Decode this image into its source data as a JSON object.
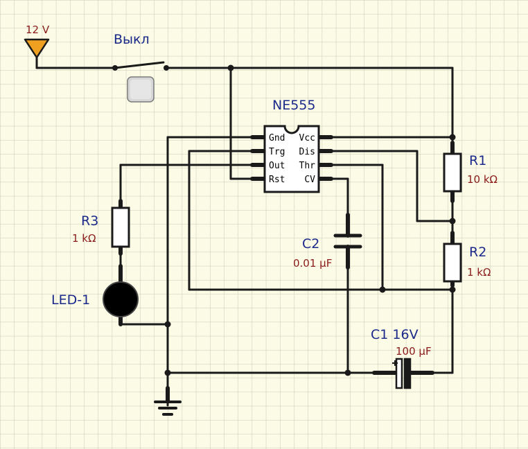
{
  "supply": {
    "label": "12 V"
  },
  "switch": {
    "label": "Выкл"
  },
  "ic": {
    "name": "NE555",
    "pins_left": [
      "Gnd",
      "Trg",
      "Out",
      "Rst"
    ],
    "pins_right": [
      "Vcc",
      "Dis",
      "Thr",
      "CV"
    ]
  },
  "components": {
    "r1": {
      "name": "R1",
      "value": "10 kΩ"
    },
    "r2": {
      "name": "R2",
      "value": "1 kΩ"
    },
    "r3": {
      "name": "R3",
      "value": "1 kΩ"
    },
    "c1": {
      "name": "C1 16V",
      "value": "100 μF"
    },
    "c2": {
      "name": "C2",
      "value": "0.01 μF"
    },
    "led": {
      "name": "LED-1"
    }
  },
  "colors": {
    "background": "#fbfbe6",
    "grid": "#c9c9b8",
    "wire": "#1a1a1a",
    "name_text": "#1b2a8a",
    "value_text": "#8b1a1a",
    "supply_symbol": "#f0a020"
  }
}
